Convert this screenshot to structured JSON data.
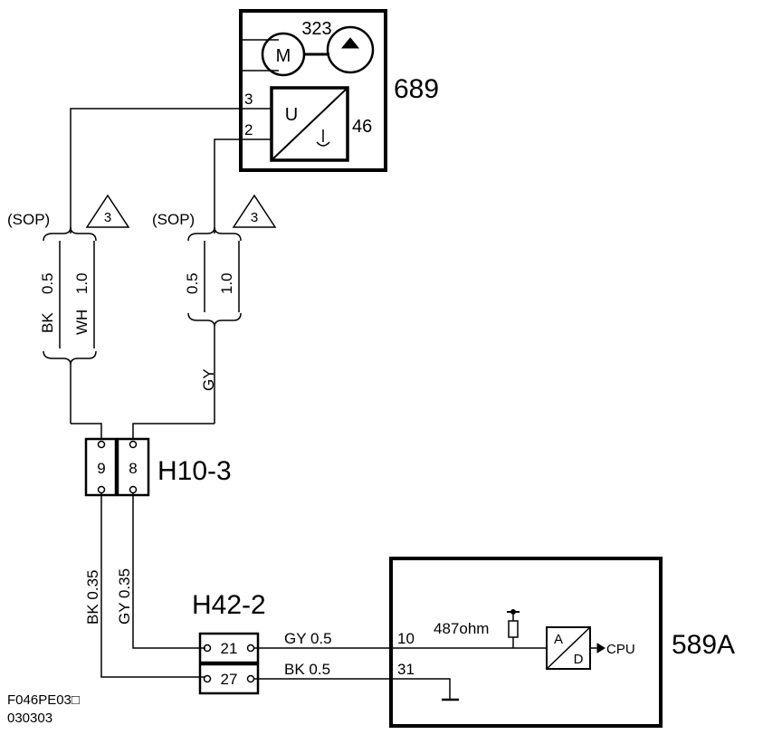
{
  "components": {
    "c689": {
      "label": "689",
      "motor_label": "M",
      "motor_ref": "323",
      "sensor_ref": "46",
      "sensor_u": "U",
      "pin3": "3",
      "pin2": "2"
    },
    "c589a": {
      "label": "589A",
      "resistor_value": "487ohm",
      "adc_a": "A",
      "adc_d": "D",
      "cpu_label": "CPU",
      "pin10": "10",
      "pin31": "31"
    }
  },
  "connectors": {
    "h10_3": {
      "label": "H10-3",
      "pin_left": "9",
      "pin_right": "8"
    },
    "h42_2": {
      "label": "H42-2",
      "pin_top": "21",
      "pin_bottom": "27"
    }
  },
  "wires": {
    "sop_left": "(SOP)",
    "sop_right": "(SOP)",
    "note_left": "3",
    "note_right": "3",
    "left_color_1": "BK",
    "left_size_1": "0.5",
    "left_color_2": "WH",
    "left_size_2": "1.0",
    "right_size_1": "0.5",
    "right_size_2": "1.0",
    "gy_upper": "GY",
    "h10_left": "BK  0.35",
    "h10_right": "GY  0.35",
    "to589_gy": "GY   0.5",
    "to589_bk": "BK   0.5"
  },
  "footer": {
    "code": "F046PE03□",
    "date": "030303"
  }
}
